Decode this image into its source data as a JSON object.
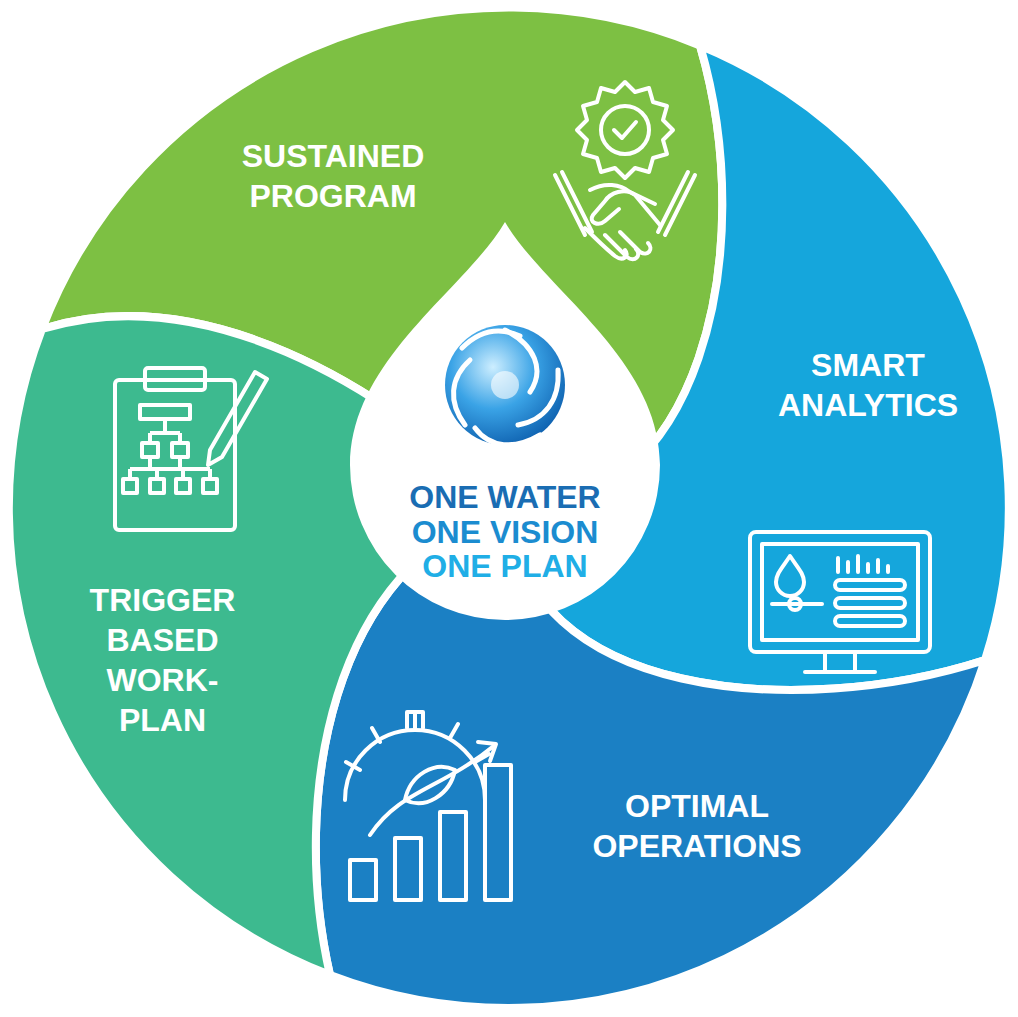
{
  "diagram": {
    "nodes": [
      {
        "text": [
          "SUSTAINED PROGRAM"
        ]
      },
      {
        "text": [
          "SMART ANALYTICS"
        ]
      },
      {
        "text": [
          "OPTIMAL OPERATIONS"
        ]
      },
      {
        "text": [
          "TRIGGER BASED WORK- PLAN"
        ]
      },
      {
        "text": [
          "ONE WATER",
          "ONE VISION",
          "ONE PLAN"
        ]
      }
    ]
  }
}
